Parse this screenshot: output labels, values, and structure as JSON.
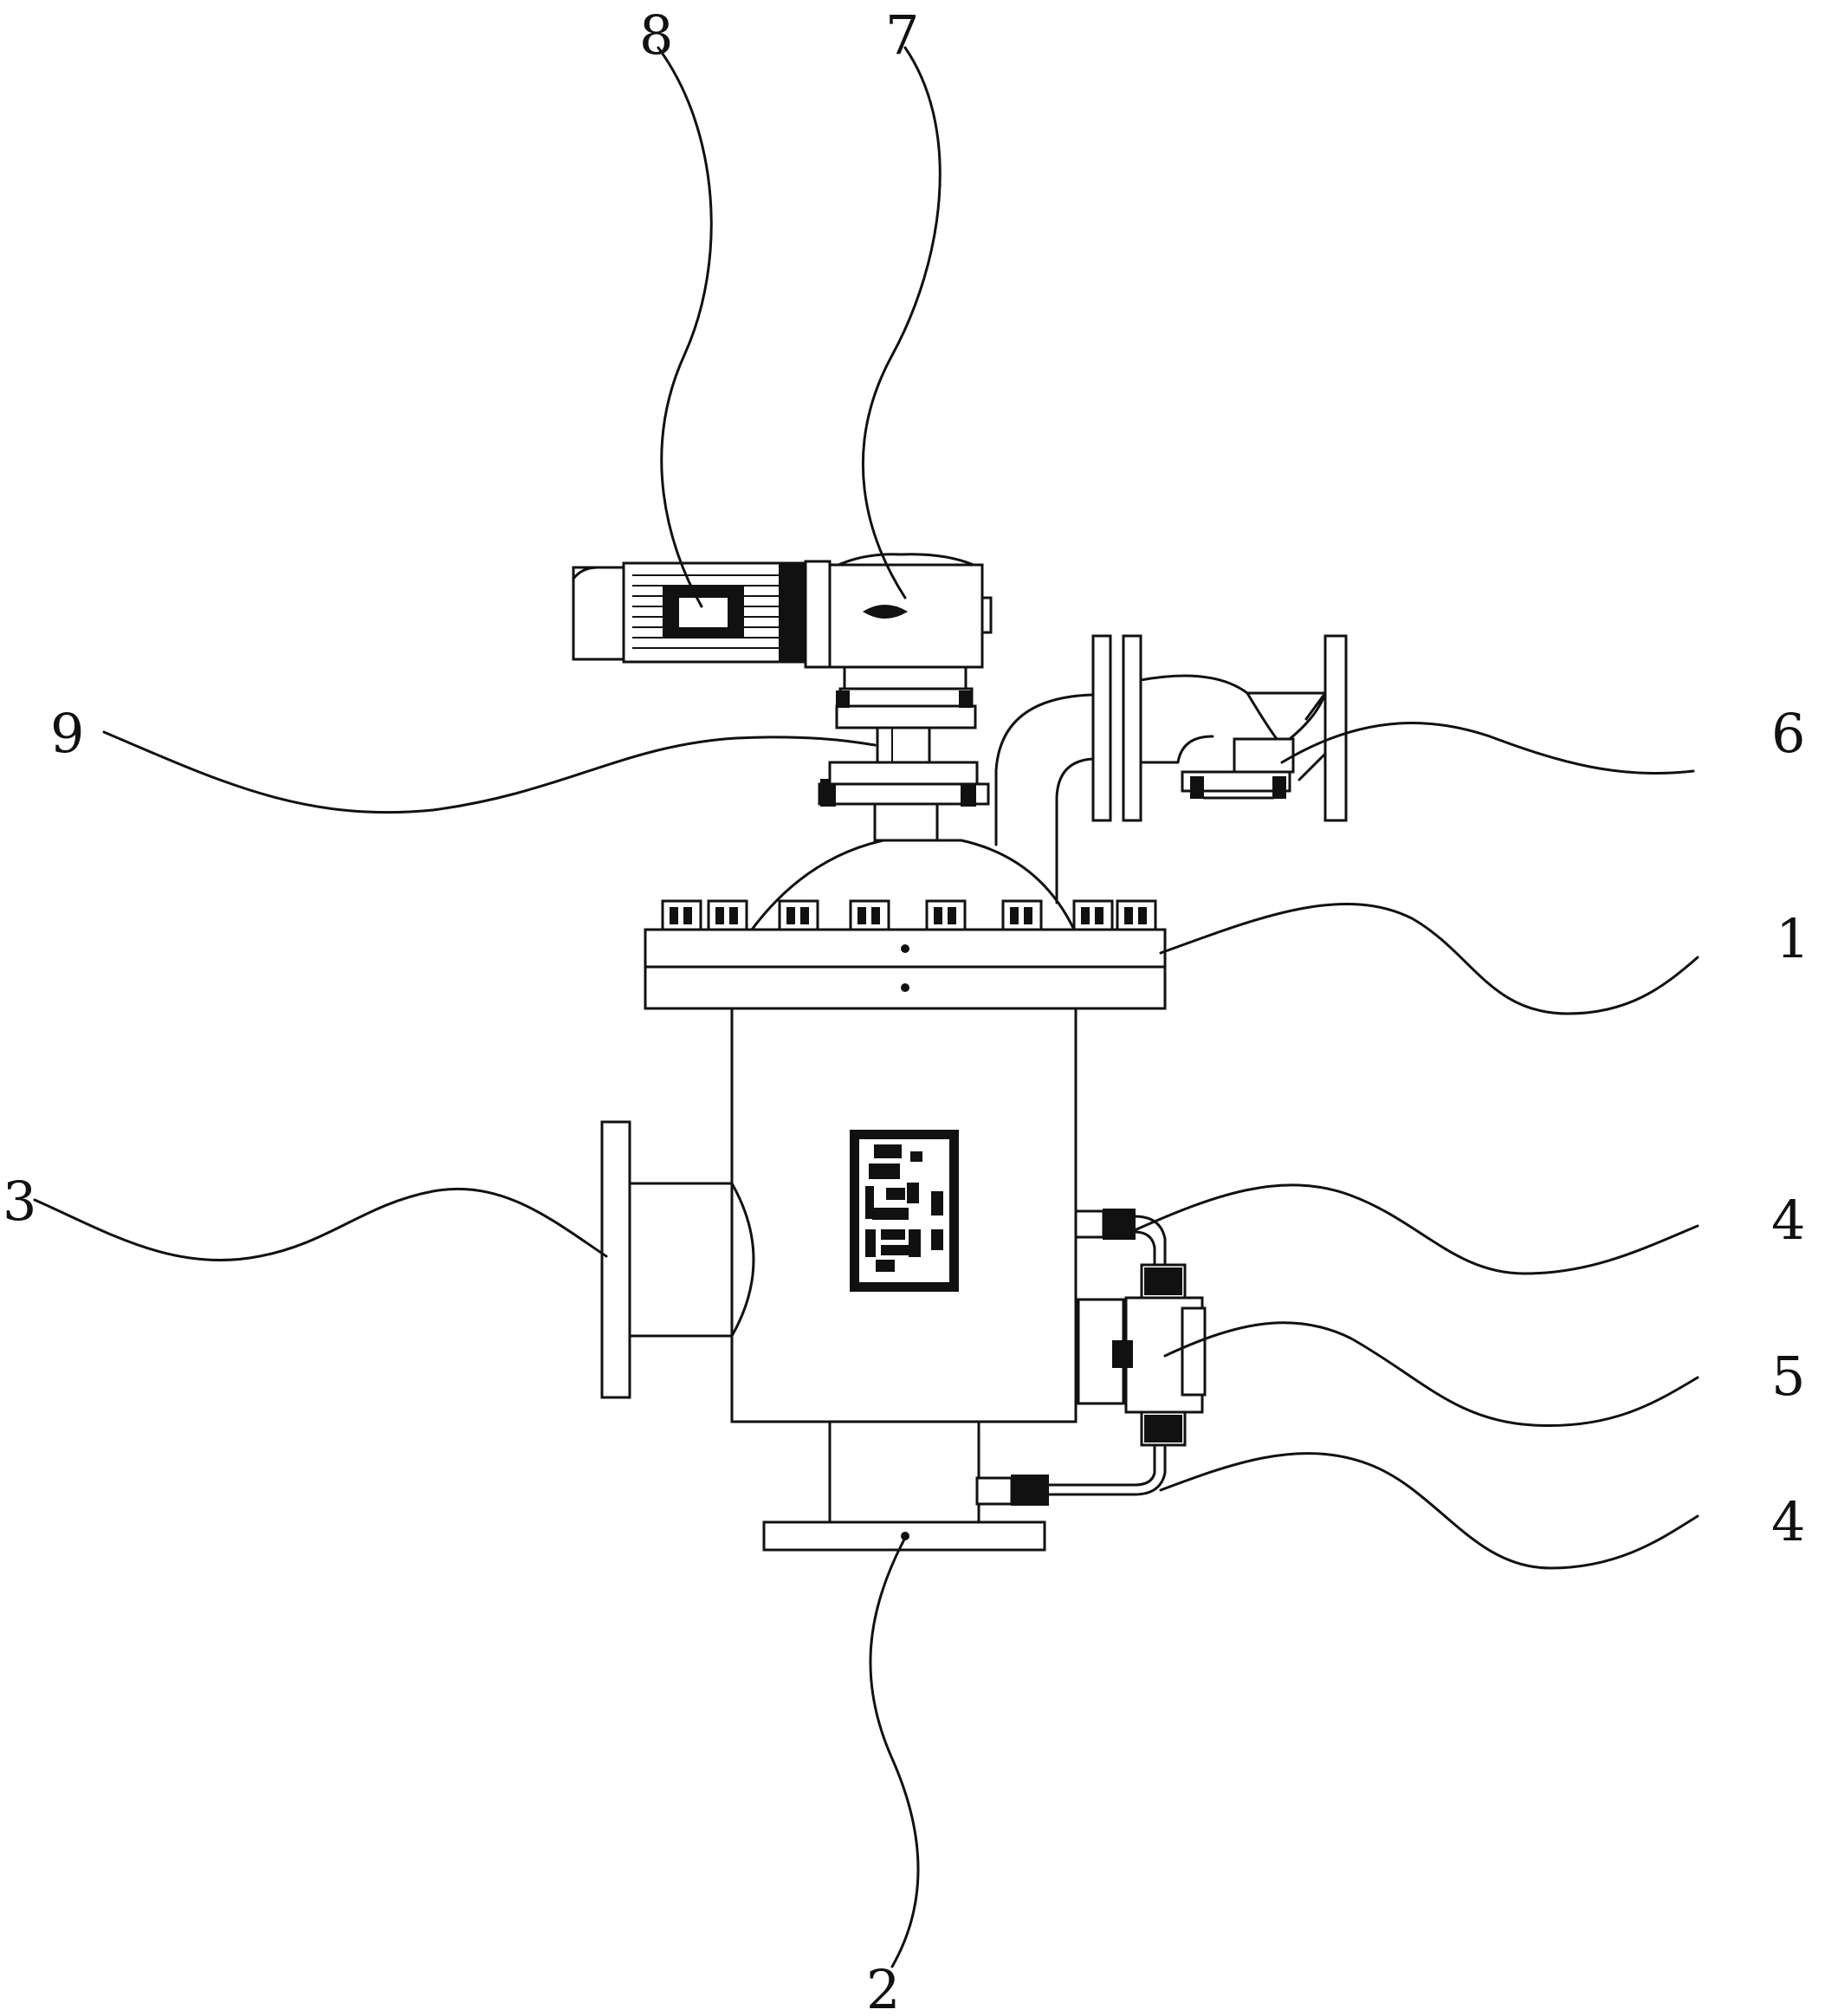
{
  "callouts": {
    "c1": "1",
    "c2": "2",
    "c3": "3",
    "c4a": "4",
    "c4b": "4",
    "c5": "5",
    "c6": "6",
    "c7": "7",
    "c8": "8",
    "c9": "9"
  }
}
